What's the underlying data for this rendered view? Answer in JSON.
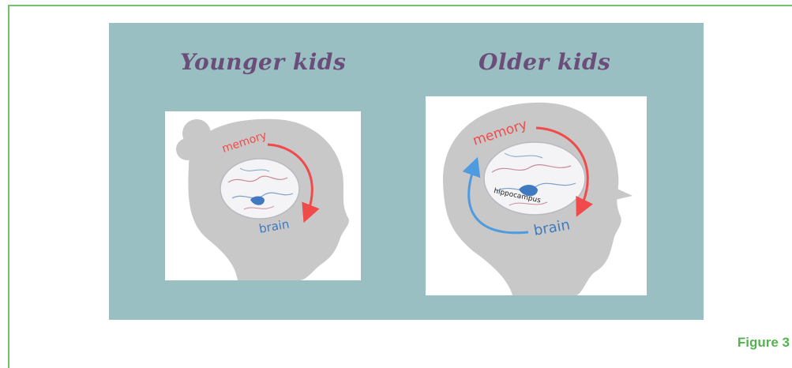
{
  "panels": [
    {
      "heading": "Younger kids",
      "memory_label": "memory",
      "brain_label": "brain"
    },
    {
      "heading": "Older kids",
      "memory_label": "memory",
      "brain_label": "brain",
      "hippocampus_label": "hippocampus"
    }
  ],
  "figure_label": "Figure 3",
  "colors": {
    "frame": "#6fc36e",
    "panel_bg": "#9abfc3",
    "heading": "#6a4d78",
    "memory_arrow": "#f04a4a",
    "brain_arrow": "#4f9be0",
    "silhouette": "#c8c8c8",
    "figure_label": "#53b350"
  }
}
